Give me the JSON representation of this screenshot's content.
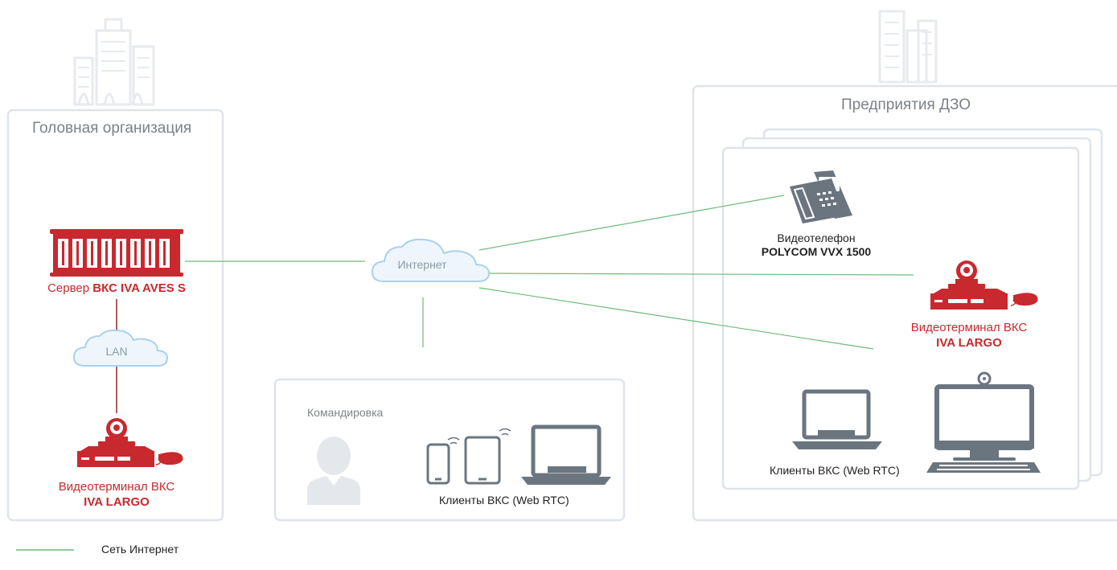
{
  "head_office": {
    "title": "Головная организация",
    "server": {
      "prefix": "Сервер",
      "name": "ВКС IVA AVES S"
    },
    "lan": "LAN",
    "terminal": {
      "line1": "Видеотерминал ВКС",
      "line2": "IVA LARGO"
    }
  },
  "internet": {
    "label": "Интернет"
  },
  "trip": {
    "title": "Командировка",
    "clients": "Клиенты ВКС (Web RTC)"
  },
  "subsidiaries": {
    "title": "Предприятия ДЗО",
    "videophone": {
      "line1": "Видеотелефон",
      "line2": "POLYCOM VVX 1500"
    },
    "terminal": {
      "line1": "Видеотерминал ВКС",
      "line2": "IVA LARGO"
    },
    "clients": "Клиенты ВКС (Web RTC)"
  },
  "legend": {
    "internet_network": "Сеть Интернет"
  },
  "colors": {
    "accent_red": "#c8292e",
    "internet_line": "#6dbb7a",
    "lan_line": "#8b2a2e",
    "frame": "#dfe4ea",
    "icon_grey": "#6b7580",
    "cloud_fill": "#eef6fc",
    "cloud_stroke": "#a9d1ee"
  }
}
